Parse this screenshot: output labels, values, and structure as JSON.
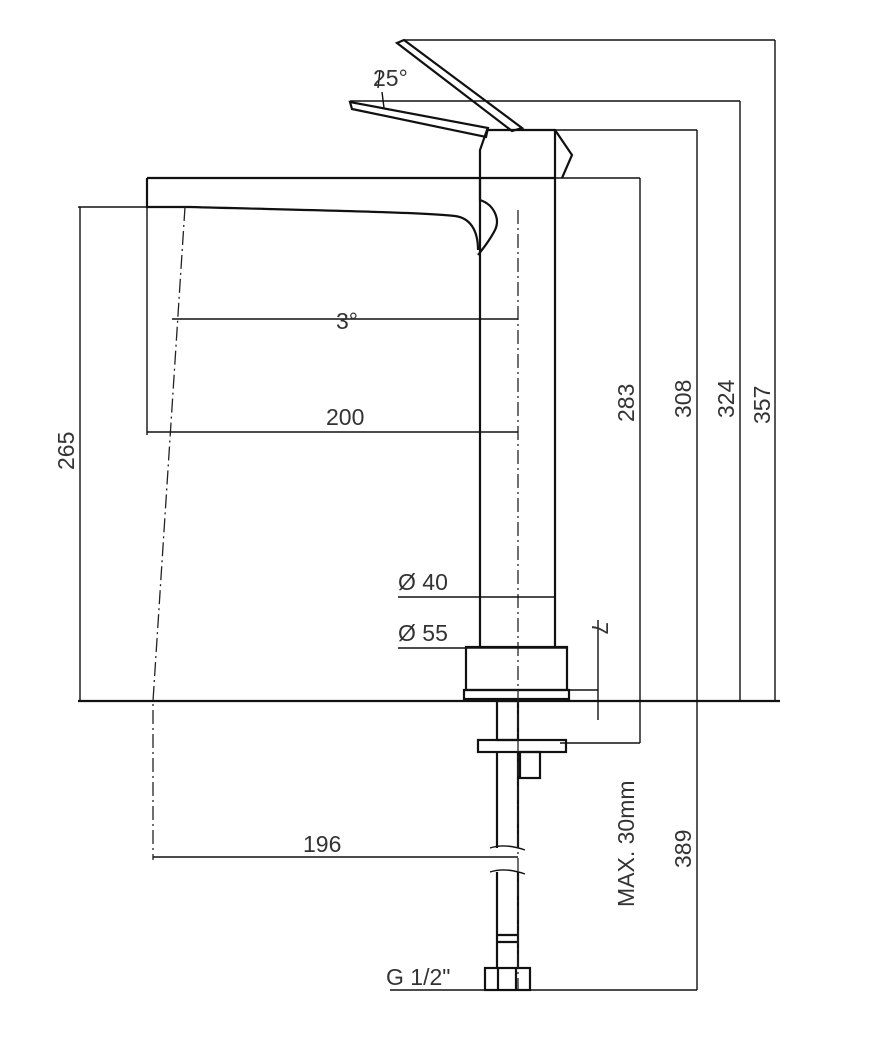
{
  "title": "Tall basin mixer dimension drawing",
  "dimensions": {
    "lever_angle": "25°",
    "spout_angle": "3°",
    "spout_reach": "200",
    "outlet_height": "265",
    "spout_top_height": "283",
    "body_height": "308",
    "lever_rest_height": "324",
    "total_height": "357",
    "body_diameter": "Ø 40",
    "base_diameter": "Ø 55",
    "base_height": "7",
    "max_counter_thickness": "MAX. 30mm",
    "hose_length": "389",
    "outlet_projection": "196",
    "connection_thread": "G 1/2\""
  }
}
